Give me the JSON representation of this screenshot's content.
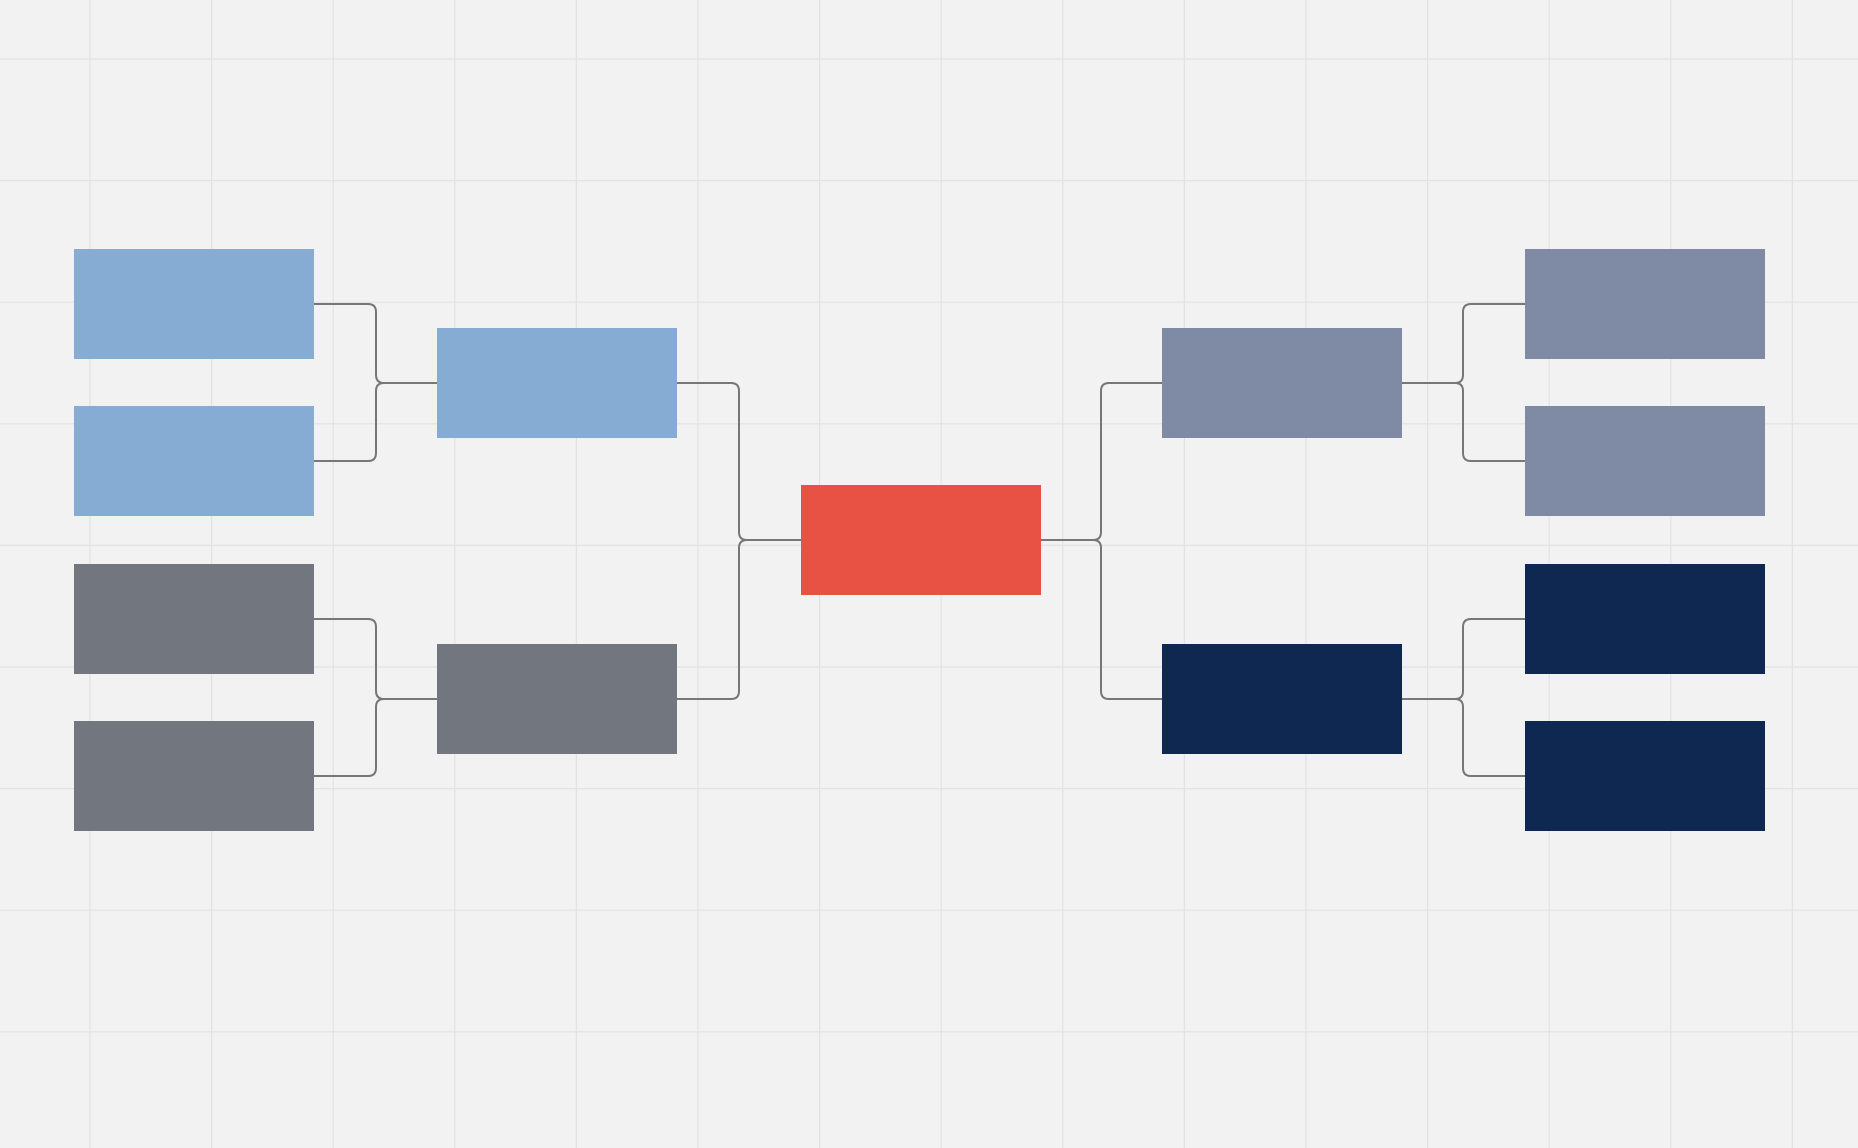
{
  "canvas": {
    "background": "#f2f2f2",
    "grid_color": "#e2e2e2",
    "grid": true
  },
  "connector_color": "#777777",
  "colors": {
    "left_top": "#87acd4",
    "left_bottom": "#72767f",
    "center": "#e85244",
    "right_top": "#7f8aa5",
    "right_bottom": "#0e2852"
  },
  "bracket": {
    "left_round1": [
      "left_top",
      "left_top",
      "left_bottom",
      "left_bottom"
    ],
    "left_round2": [
      "left_top",
      "left_bottom"
    ],
    "final": "center",
    "right_round2": [
      "right_top",
      "right_bottom"
    ],
    "right_round1": [
      "right_top",
      "right_top",
      "right_bottom",
      "right_bottom"
    ]
  }
}
